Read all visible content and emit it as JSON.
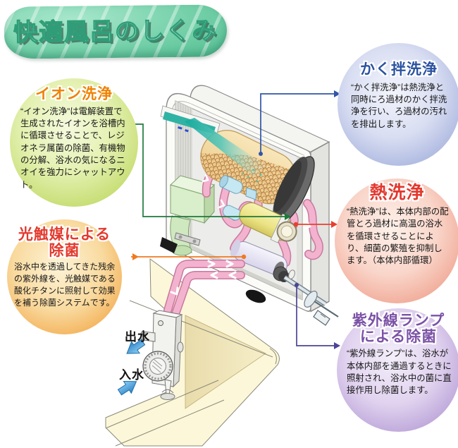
{
  "banner": {
    "title": "快適風呂のしくみ"
  },
  "callouts": {
    "ion": {
      "title": "イオン洗浄",
      "body": "“イオン洗浄”は電解装置で生成されたイオンを浴槽内に循環させることで、レジオネラ属菌の除菌、有機物の分解、浴水の気になるニオイを強力にシャットアウト。",
      "accent_color": "#ef8200"
    },
    "agitation": {
      "title": "かく拌洗浄",
      "body": "“かく拌洗浄”は熱洗浄と同時にろ過材のかく拌洗浄を行い、ろ過材の汚れを排出します。",
      "accent_color": "#2a52a0"
    },
    "photocatalyst": {
      "title": "光触媒による\n除菌",
      "body": "浴水中を透過してきた残余の紫外線を、光触媒である酸化チタンに照射して効果を補う除菌システムです。",
      "accent_color": "#e33a2e"
    },
    "heat": {
      "title": "熱洗浄",
      "body": "“熱洗浄”は、本体内部の配管とろ過材に高温の浴水を循環させることにより、細菌の繁殖を抑制します。（本体内部循環）",
      "accent_color": "#e3382e"
    },
    "uv": {
      "title": "紫外線ランプ\nによる除菌",
      "body": "“紫外線ランプ”は、浴水が本体内部を通過するときに照射され、浴水中の菌に直接作用し除菌します。",
      "accent_color": "#7b52a6"
    }
  },
  "diagram_labels": {
    "water_out": "出水",
    "water_in": "入水"
  },
  "connector_colors": {
    "ion": "#1e7a3c",
    "agitation": "#3056a8",
    "heat": "#e8402f",
    "photocatalyst": "#f07a20",
    "uv": "#4b4496"
  }
}
